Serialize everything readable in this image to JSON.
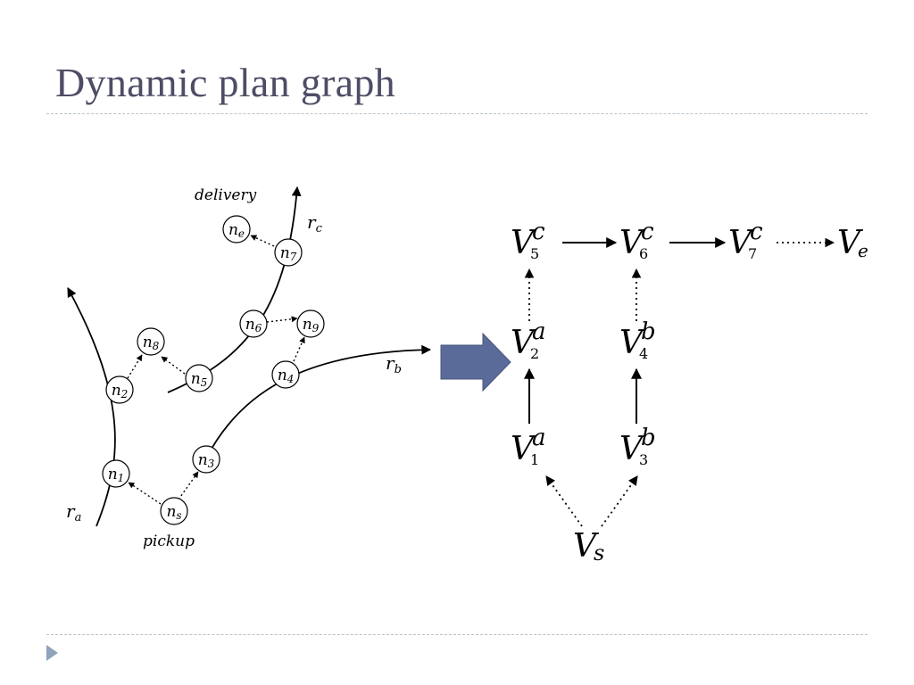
{
  "slide": {
    "title": "Dynamic plan graph"
  },
  "colors": {
    "title": "#4d4d66",
    "arrow_fill": "#5b6b99",
    "rule": "#b8c3cc",
    "bullet": "#8fa3bb"
  },
  "left_graph": {
    "nodes": [
      {
        "base": "n",
        "sub": "e"
      },
      {
        "base": "n",
        "sub": "7"
      },
      {
        "base": "n",
        "sub": "6"
      },
      {
        "base": "n",
        "sub": "9"
      },
      {
        "base": "n",
        "sub": "8"
      },
      {
        "base": "n",
        "sub": "5"
      },
      {
        "base": "n",
        "sub": "4"
      },
      {
        "base": "n",
        "sub": "2"
      },
      {
        "base": "n",
        "sub": "3"
      },
      {
        "base": "n",
        "sub": "1"
      },
      {
        "base": "n",
        "sub": "s"
      }
    ],
    "labels": {
      "delivery": "delivery",
      "pickup": "pickup",
      "rc": {
        "base": "r",
        "sub": "c"
      },
      "rb": {
        "base": "r",
        "sub": "b"
      },
      "ra": {
        "base": "r",
        "sub": "a"
      }
    }
  },
  "right_graph": {
    "nodes": [
      {
        "base": "V",
        "sup": "c",
        "sub": "5"
      },
      {
        "base": "V",
        "sup": "c",
        "sub": "6"
      },
      {
        "base": "V",
        "sup": "c",
        "sub": "7"
      },
      {
        "base": "V",
        "sup": "",
        "sub": "e"
      },
      {
        "base": "V",
        "sup": "a",
        "sub": "2"
      },
      {
        "base": "V",
        "sup": "b",
        "sub": "4"
      },
      {
        "base": "V",
        "sup": "a",
        "sub": "1"
      },
      {
        "base": "V",
        "sup": "b",
        "sub": "3"
      },
      {
        "base": "V",
        "sup": "",
        "sub": "s"
      }
    ]
  }
}
